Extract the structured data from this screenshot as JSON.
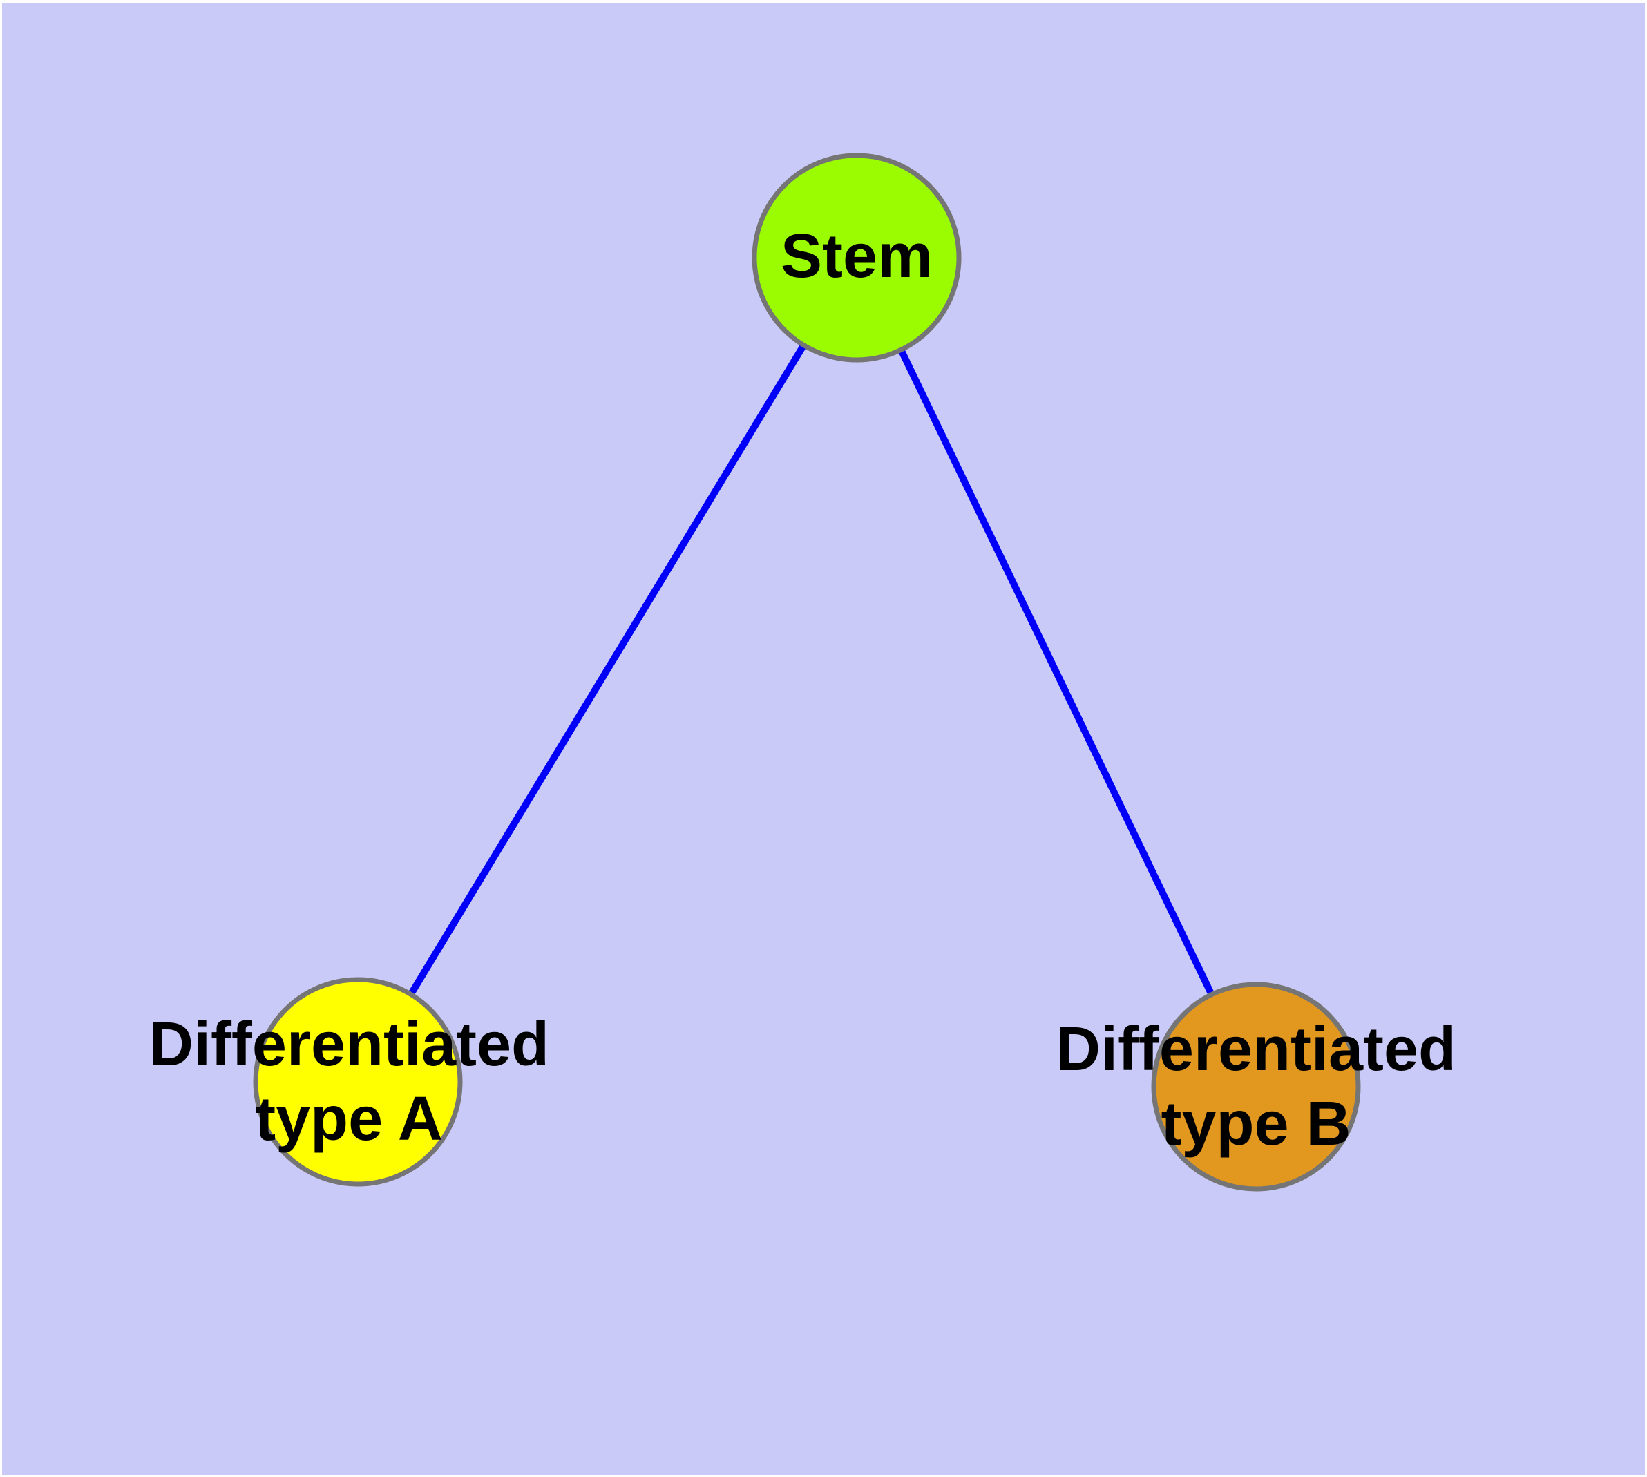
{
  "diagram": {
    "background_color": "#cacaf8",
    "margin_color": "#ffffff",
    "edge_color": "#0000fa",
    "node_border_color": "#757575",
    "nodes": [
      {
        "id": "stem",
        "label": "Stem",
        "color": "#9bfb00"
      },
      {
        "id": "differentiated-type-a",
        "label": "Differentiated\ntype A",
        "color": "#ffff00"
      },
      {
        "id": "differentiated-type-b",
        "label": "Differentiated\ntype B",
        "color": "#e2981f"
      }
    ],
    "edges": [
      {
        "from": "Stem",
        "to": "Differentiated type A"
      },
      {
        "from": "Stem",
        "to": "Differentiated type B"
      }
    ]
  }
}
